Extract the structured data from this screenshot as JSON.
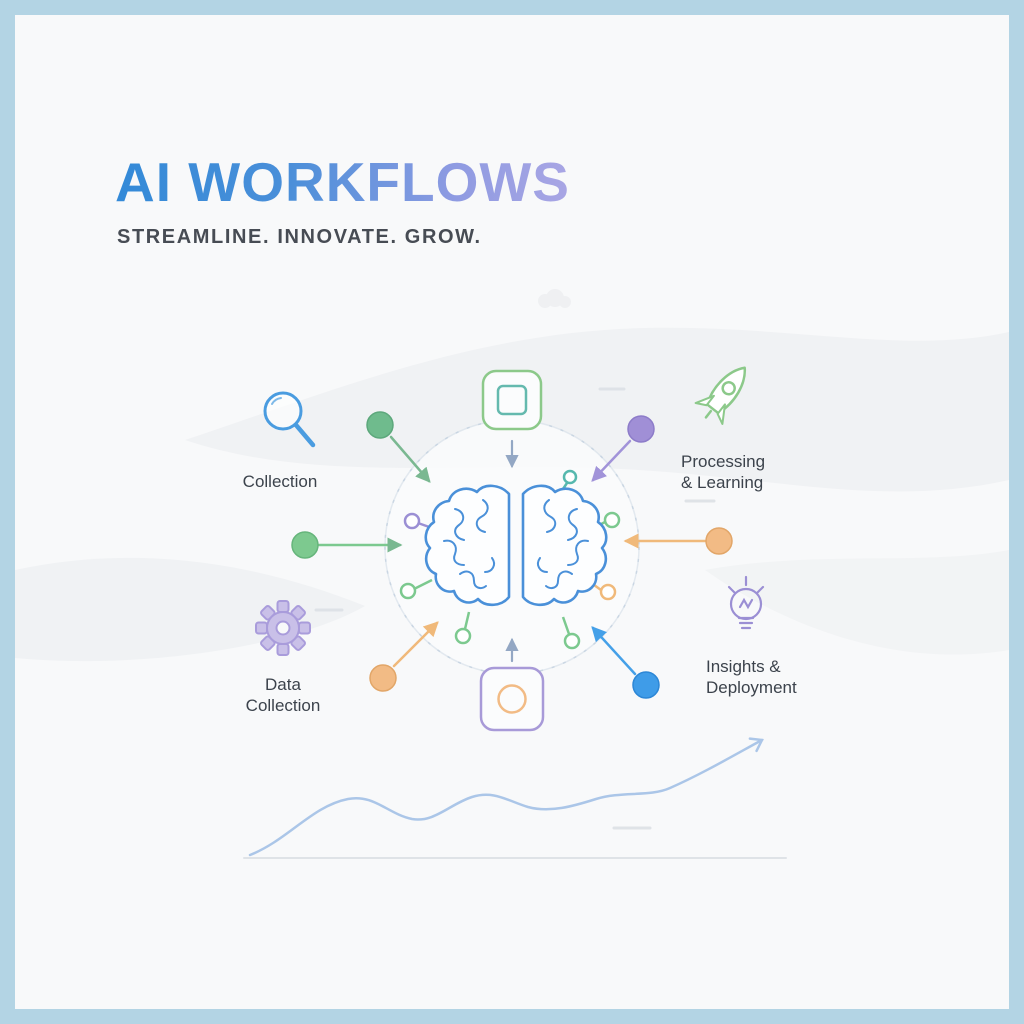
{
  "header": {
    "title": "AI WORKFLOWS",
    "subtitle": "STREAMLINE. INNOVATE. GROW."
  },
  "diagram": {
    "labels": {
      "collection": "Collection",
      "processing_line1": "Processing",
      "processing_line2": "& Learning",
      "data_line1": "Data",
      "data_line2": "Collection",
      "insights_line1": "Insights &",
      "insights_line2": "Deployment"
    },
    "icons": [
      {
        "name": "magnifier-icon",
        "color": "#4a9ce0"
      },
      {
        "name": "rocket-icon",
        "color": "#8cc98a"
      },
      {
        "name": "gear-icon",
        "color": "#a99cdb"
      },
      {
        "name": "lightbulb-icon",
        "color": "#9b8fd4"
      },
      {
        "name": "chip-square-icon",
        "color": "#8cc98a"
      },
      {
        "name": "chip-circle-icon",
        "color": "#a89ad8"
      },
      {
        "name": "brain-icon",
        "color": "#4a90d9"
      },
      {
        "name": "trend-arrow-icon",
        "color": "#abc6e8"
      }
    ]
  },
  "colors": {
    "frame_border": "#b3d4e4",
    "background": "#f8f9fa",
    "title_gradient_start": "#338ad8",
    "title_gradient_end": "#a9a6e4",
    "subtitle_text": "#474c54",
    "label_text": "#3c434c",
    "dot_green": "#6fbb8d",
    "dot_purple": "#a08fd6",
    "dot_orange": "#f2bb85",
    "dot_blue": "#3f9ce8",
    "chart_line": "#abc6e8"
  }
}
